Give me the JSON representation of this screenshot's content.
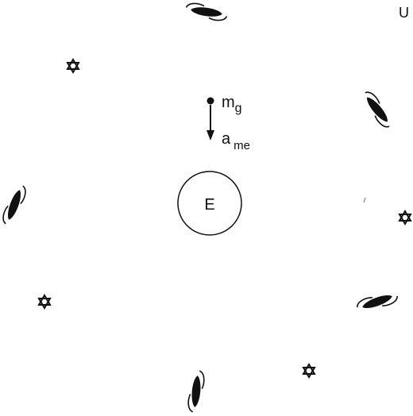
{
  "corner_label": "U",
  "earth": {
    "label": "E"
  },
  "mass": {
    "label_base": "m",
    "label_sub": "g"
  },
  "acceleration": {
    "label_base": "a",
    "label_sub": "me"
  },
  "galaxy_count": 6,
  "star_count": 4,
  "colors": {
    "ink": "#111111",
    "background": "#ffffff"
  }
}
